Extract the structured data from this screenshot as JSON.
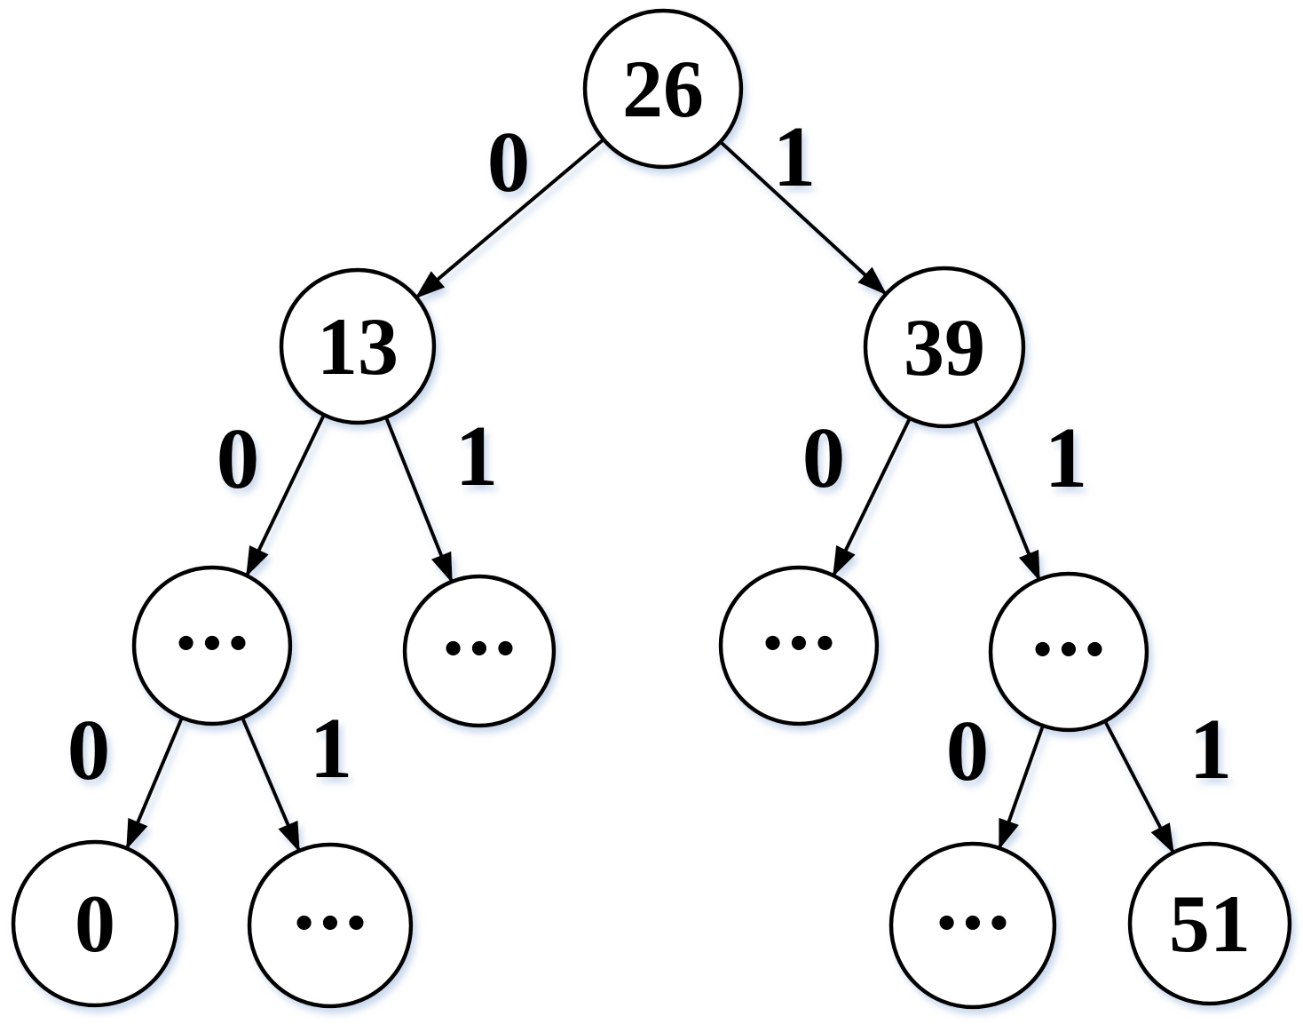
{
  "diagram": {
    "type": "binary-tree",
    "colors": {
      "background": "#ffffff",
      "node_fill": "#ffffff",
      "stroke": "#000000",
      "text": "#000000",
      "shadow": "#b9cbe6"
    },
    "nodes": [
      {
        "id": "root",
        "label": "26"
      },
      {
        "id": "L",
        "label": "13"
      },
      {
        "id": "R",
        "label": "39"
      },
      {
        "id": "LL",
        "label": "•••"
      },
      {
        "id": "LR",
        "label": "•••"
      },
      {
        "id": "RL",
        "label": "•••"
      },
      {
        "id": "RR",
        "label": "•••"
      },
      {
        "id": "LLL",
        "label": "0"
      },
      {
        "id": "LLR",
        "label": "•••"
      },
      {
        "id": "RRL",
        "label": "•••"
      },
      {
        "id": "RRR",
        "label": "51"
      }
    ],
    "edges": [
      {
        "from": "root",
        "to": "L",
        "label": "0"
      },
      {
        "from": "root",
        "to": "R",
        "label": "1"
      },
      {
        "from": "L",
        "to": "LL",
        "label": "0"
      },
      {
        "from": "L",
        "to": "LR",
        "label": "1"
      },
      {
        "from": "R",
        "to": "RL",
        "label": "0"
      },
      {
        "from": "R",
        "to": "RR",
        "label": "1"
      },
      {
        "from": "LL",
        "to": "LLL",
        "label": "0"
      },
      {
        "from": "LL",
        "to": "LLR",
        "label": "1"
      },
      {
        "from": "RR",
        "to": "RRL",
        "label": "0"
      },
      {
        "from": "RR",
        "to": "RRR",
        "label": "1"
      }
    ]
  }
}
